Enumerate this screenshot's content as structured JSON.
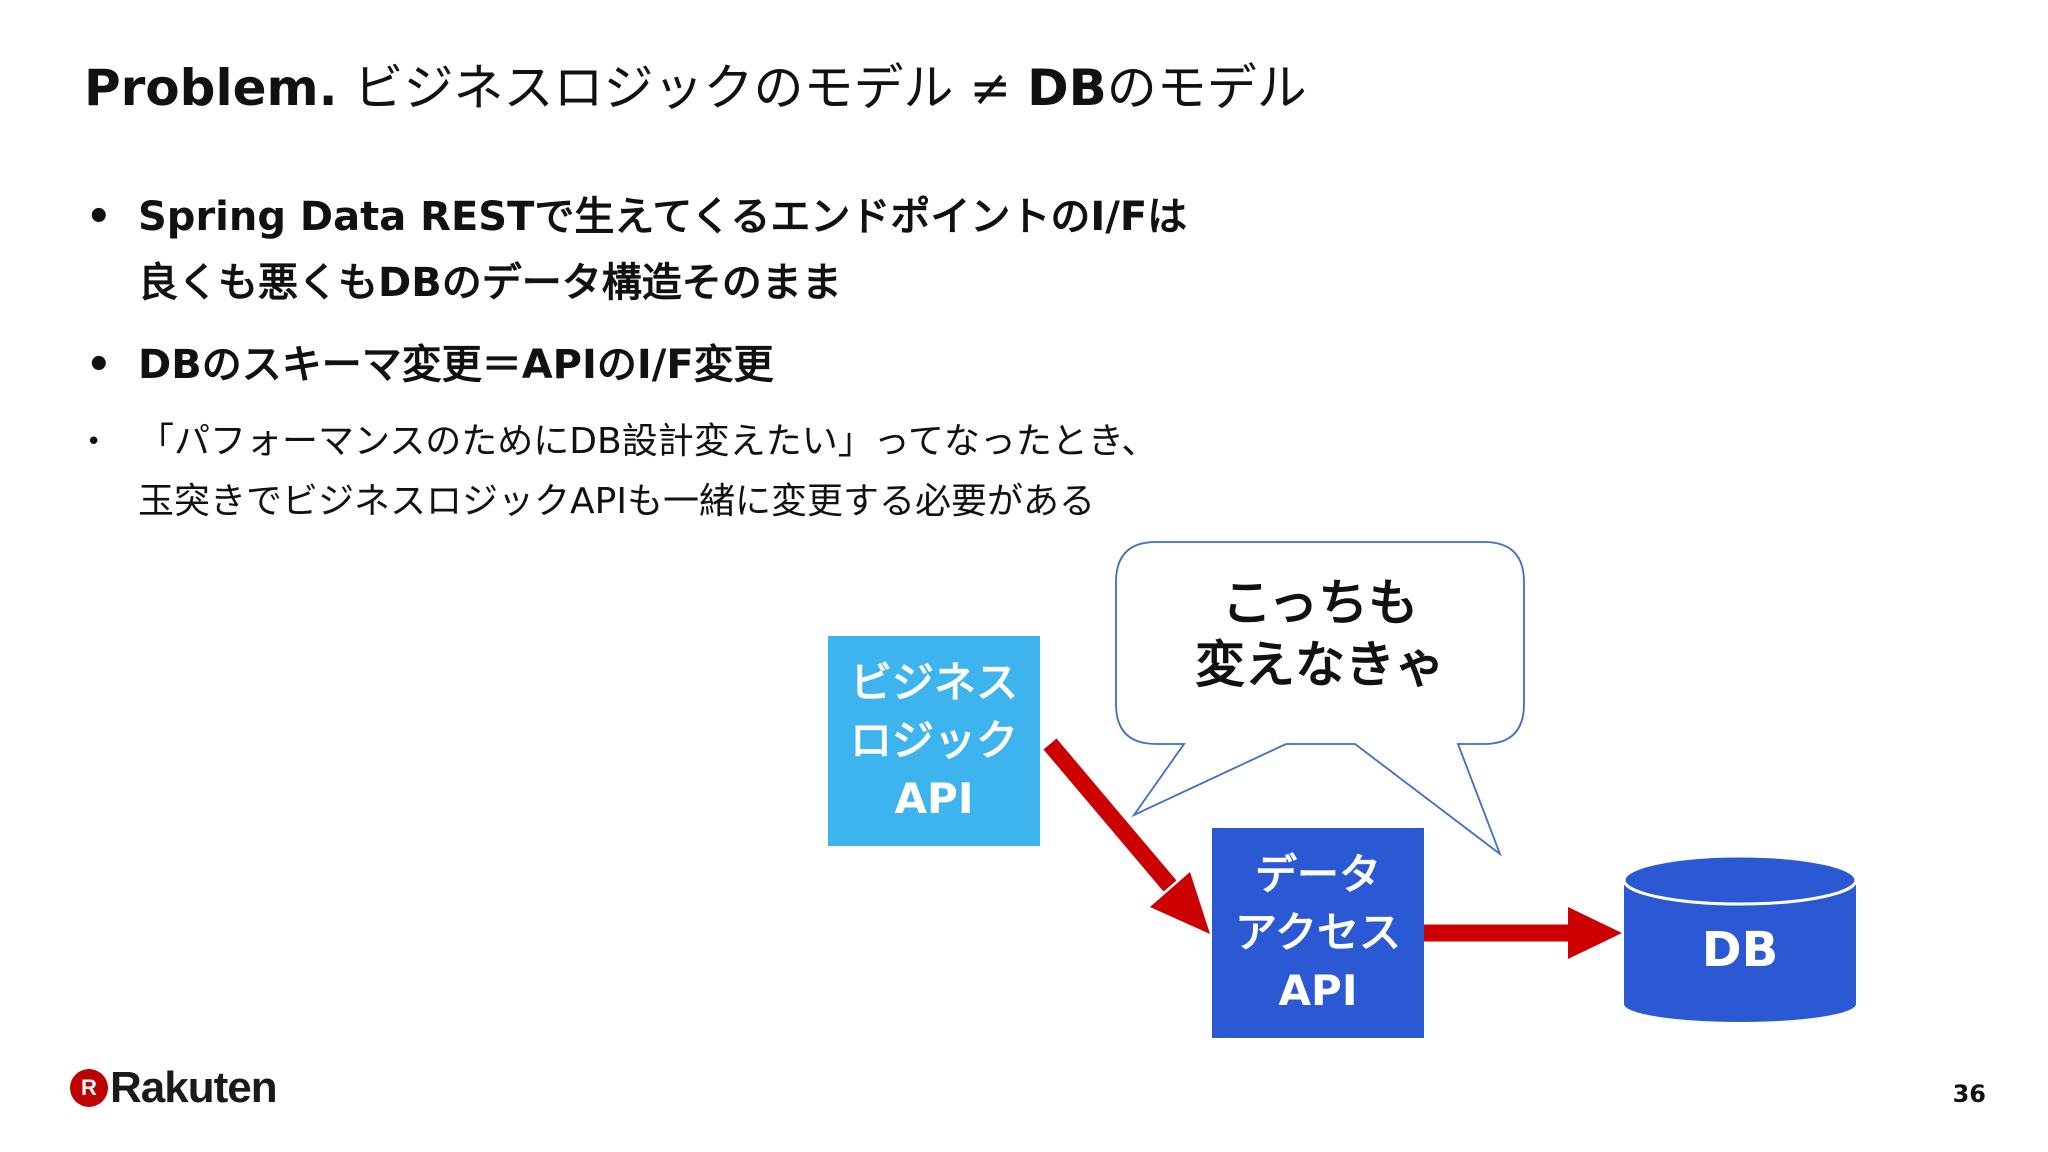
{
  "title": {
    "bold": "Problem.",
    "text": " ビジネスロジックのモデル ≠ ",
    "bold_db": "DB",
    "tail": "のモデル"
  },
  "bullets": {
    "marker": "•",
    "b1": {
      "line1": "Spring Data RESTで生えてくるエンドポイントのI/Fは",
      "line2": "良くも悪くもDBのデータ構造そのまま"
    },
    "b2": {
      "line1": "DBのスキーマ変更＝APIのI/F変更"
    },
    "b3": {
      "line1": "「パフォーマンスのためにDB設計変えたい」ってなったとき、",
      "line2": "玉突きでビジネスロジックAPIも一緒に変更する必要がある"
    }
  },
  "diagram": {
    "business_api": {
      "line1": "ビジネス",
      "line2": "ロジック",
      "line3": "API",
      "color": "#3db4ee"
    },
    "data_access_api": {
      "line1": "データ",
      "line2": "アクセス",
      "line3": "API",
      "color": "#2b59d4"
    },
    "db": {
      "label": "DB",
      "color": "#2b59d4"
    },
    "speech_bubble": {
      "line1": "こっちも",
      "line2": "変えなきゃ"
    },
    "arrow_color": "#cc0000"
  },
  "footer": {
    "logo_mark": "R",
    "logo_word": "Rakuten",
    "logo_color": "#bf0000",
    "page_number": "36"
  }
}
